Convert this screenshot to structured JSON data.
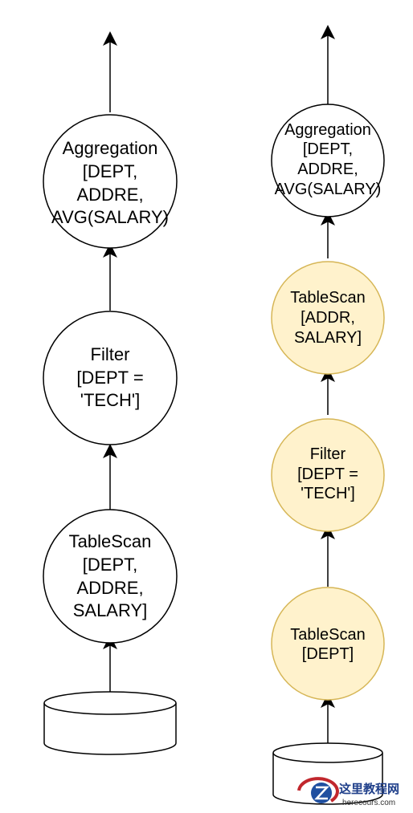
{
  "colors": {
    "stroke": "#000000",
    "plain_fill": "#ffffff",
    "highlight_fill": "#fff2cc",
    "highlight_stroke": "#d6b656"
  },
  "left_plan": {
    "aggregation": [
      "Aggregation",
      "[DEPT,",
      "ADDRE,",
      "AVG(SALARY)"
    ],
    "filter": [
      "Filter",
      "[DEPT =",
      "'TECH']"
    ],
    "tablescan": [
      "TableScan",
      "[DEPT,",
      "ADDRE,",
      "SALARY]"
    ]
  },
  "right_plan": {
    "aggregation": [
      "Aggregation",
      "[DEPT,",
      "ADDRE,",
      "AVG(SALARY)"
    ],
    "tablescan_top": [
      "TableScan",
      "[ADDR,",
      "SALARY]"
    ],
    "filter": [
      "Filter",
      "[DEPT =",
      "'TECH']"
    ],
    "tablescan_bottom": [
      "TableScan",
      "[DEPT]"
    ]
  },
  "watermark": {
    "title": "这里教程网",
    "url": "herecours.com",
    "icon": "z-logo-icon"
  }
}
